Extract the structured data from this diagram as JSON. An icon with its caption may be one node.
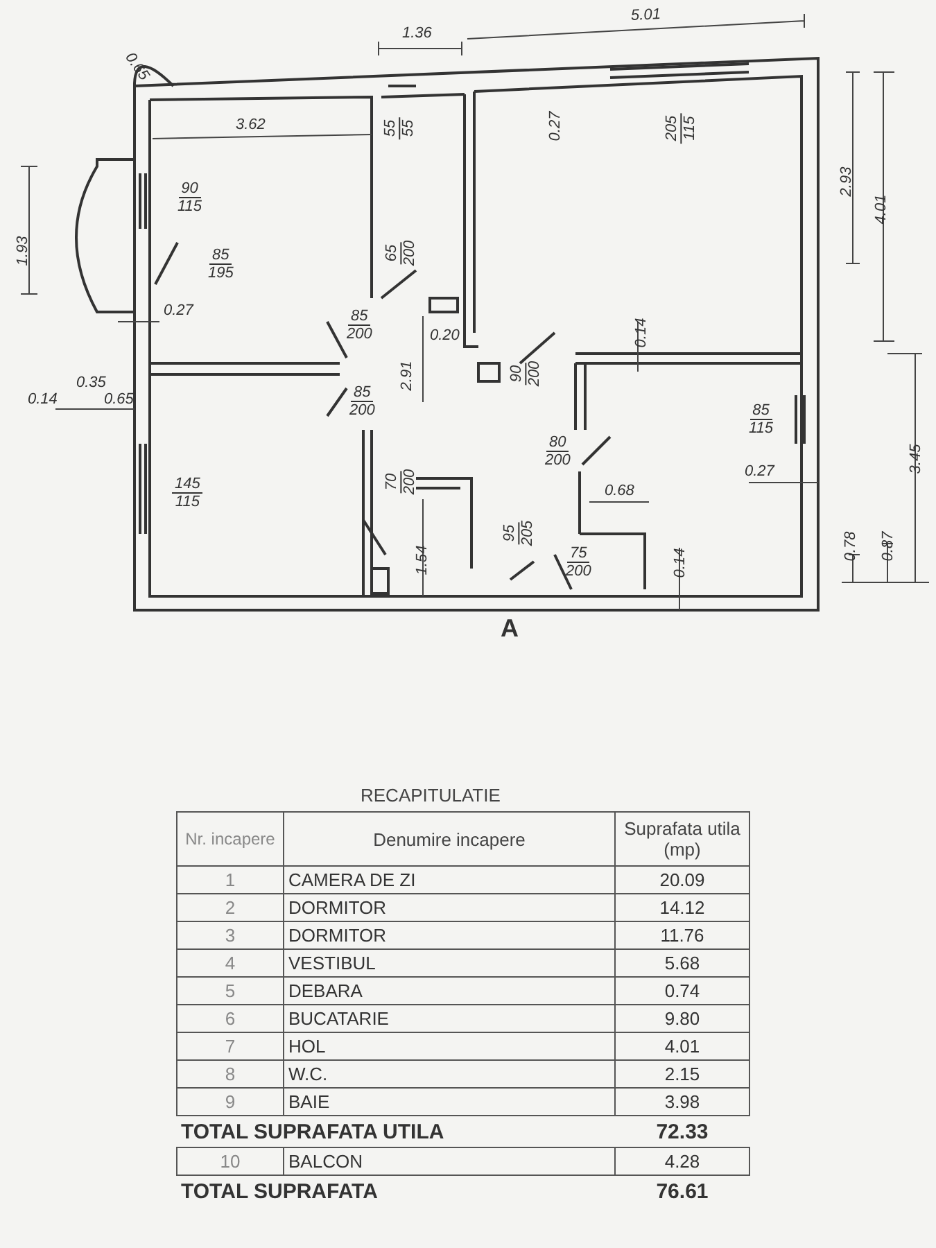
{
  "diagram": {
    "labels": [
      "1.36",
      "5.01",
      "0.65",
      "3.62",
      "55",
      "55",
      "0.27",
      "205",
      "115",
      "2.93",
      "4.01",
      "1.93",
      "90",
      "115",
      "85",
      "195",
      "65",
      "200",
      "0.27",
      "85",
      "200",
      "0.20",
      "0.14",
      "0.14",
      "0.35",
      "0.65",
      "85",
      "200",
      "2.91",
      "90",
      "200",
      "85",
      "115",
      "3.45",
      "80",
      "200",
      "145",
      "115",
      "70",
      "200",
      "0.27",
      "0.68",
      "95",
      "205",
      "1.54",
      "75",
      "200",
      "0.14",
      "0.78",
      "0.87",
      "A",
      "RECAPITULATIE",
      "Nr. incapere",
      "Denumire incapere",
      "Suprafata utila (mp)",
      "1",
      "CAMERA DE ZI",
      "20.09",
      "2",
      "DORMITOR",
      "14.12",
      "3",
      "DORMITOR",
      "11.76",
      "4",
      "VESTIBUL",
      "5.68",
      "5",
      "DEBARA",
      "0.74",
      "6",
      "BUCATARIE",
      "9.80",
      "7",
      "HOL",
      "4.01",
      "8",
      "W.C.",
      "2.15",
      "9",
      "BAIE",
      "3.98",
      "TOTAL SUPRAFATA UTILA",
      "72.33",
      "10",
      "BALCON",
      "4.28",
      "TOTAL SUPRAFATA",
      "76.61"
    ]
  }
}
